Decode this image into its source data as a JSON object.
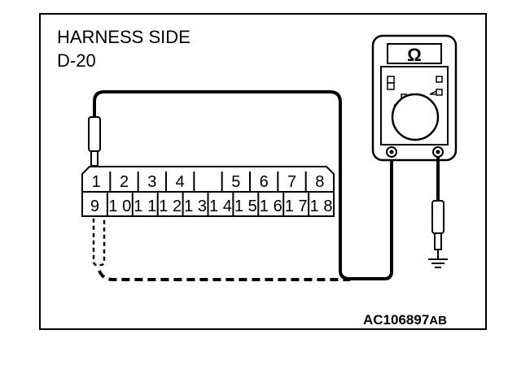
{
  "header": {
    "title": "HARNESS SIDE",
    "connector": "D-20"
  },
  "meter": {
    "symbol": "Ω"
  },
  "connector": {
    "top_row": [
      "1",
      "2",
      "3",
      "4",
      "",
      "5",
      "6",
      "7",
      "8"
    ],
    "bottom_row": [
      "9",
      "10",
      "11",
      "12",
      "13",
      "14",
      "15",
      "16",
      "17",
      "18"
    ]
  },
  "reference": {
    "code": "AC106897",
    "suffix": "AB"
  }
}
